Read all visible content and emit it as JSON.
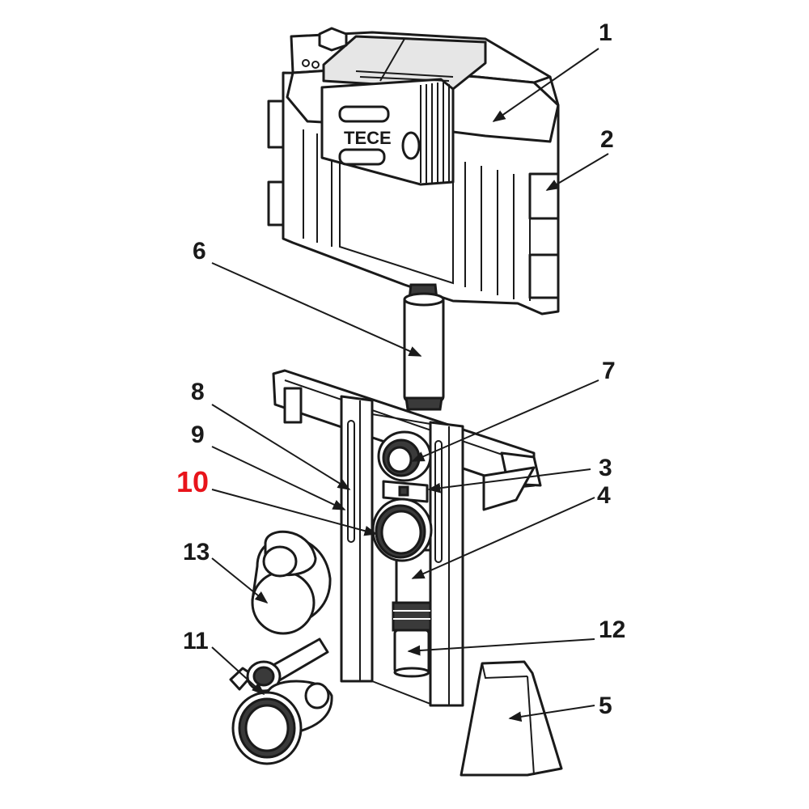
{
  "diagram": {
    "brand_logo": "TECE",
    "highlighted_callout": "10",
    "colors": {
      "line": "#1a1a1a",
      "highlight": "#e8141b",
      "background": "#ffffff"
    },
    "callouts": [
      {
        "id": "1",
        "label": "1"
      },
      {
        "id": "2",
        "label": "2"
      },
      {
        "id": "3",
        "label": "3"
      },
      {
        "id": "4",
        "label": "4"
      },
      {
        "id": "5",
        "label": "5"
      },
      {
        "id": "6",
        "label": "6"
      },
      {
        "id": "7",
        "label": "7"
      },
      {
        "id": "8",
        "label": "8"
      },
      {
        "id": "9",
        "label": "9"
      },
      {
        "id": "10",
        "label": "10"
      },
      {
        "id": "11",
        "label": "11"
      },
      {
        "id": "12",
        "label": "12"
      },
      {
        "id": "13",
        "label": "13"
      }
    ]
  }
}
